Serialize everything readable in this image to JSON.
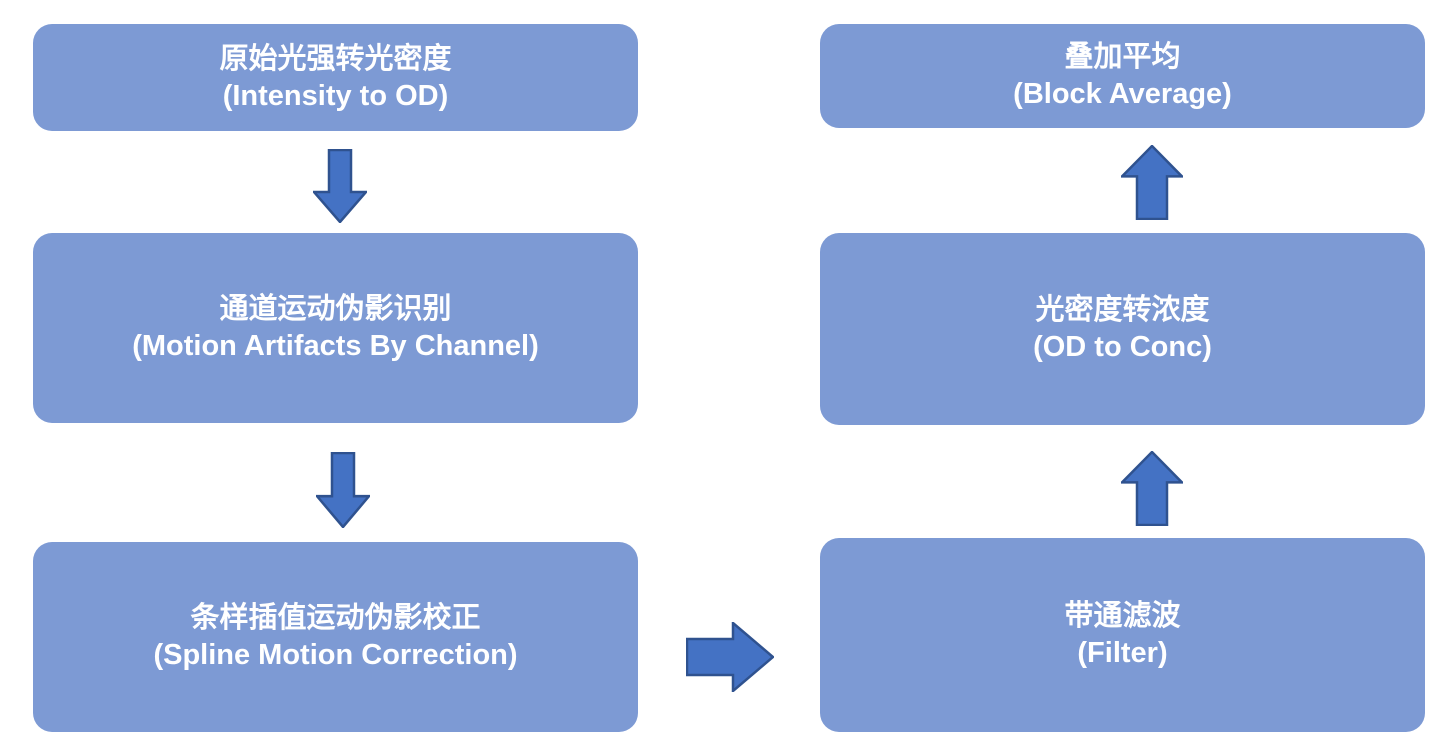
{
  "colors": {
    "background": "#FFFFFF",
    "box_fill": "#7D9AD4",
    "arrow_fill": "#4472C4",
    "arrow_outline": "#2F528F",
    "text": "#FFFFFF"
  },
  "boxes": [
    {
      "id": "intensity-to-od",
      "zh": "原始光强转光密度",
      "en": "(Intensity to OD)"
    },
    {
      "id": "motion-artifacts",
      "zh": "通道运动伪影识别",
      "en": "(Motion Artifacts By Channel)"
    },
    {
      "id": "spline-correction",
      "zh": "条样插值运动伪影校正",
      "en": "(Spline Motion Correction)"
    },
    {
      "id": "bandpass-filter",
      "zh": "带通滤波",
      "en": "(Filter)"
    },
    {
      "id": "od-to-conc",
      "zh": "光密度转浓度",
      "en": "(OD to Conc)"
    },
    {
      "id": "block-average",
      "zh": "叠加平均",
      "en": "(Block Average)"
    }
  ],
  "arrows": [
    {
      "direction": "down",
      "from": "intensity-to-od",
      "to": "motion-artifacts"
    },
    {
      "direction": "down",
      "from": "motion-artifacts",
      "to": "spline-correction"
    },
    {
      "direction": "right",
      "from": "spline-correction",
      "to": "bandpass-filter"
    },
    {
      "direction": "up",
      "from": "bandpass-filter",
      "to": "od-to-conc"
    },
    {
      "direction": "up",
      "from": "od-to-conc",
      "to": "block-average"
    }
  ]
}
